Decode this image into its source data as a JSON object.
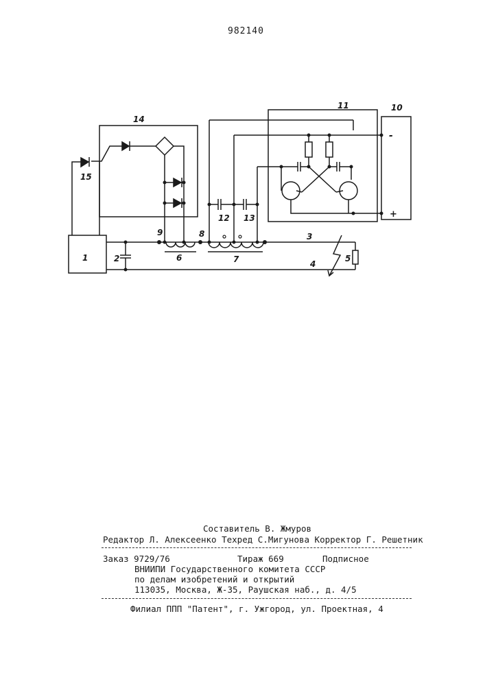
{
  "header": {
    "patent_number": "982140"
  },
  "diagram": {
    "labels": {
      "n1": "1",
      "n2": "2",
      "n3": "3",
      "n4": "4",
      "n5": "5",
      "n6": "6",
      "n7": "7",
      "n8": "8",
      "n9": "9",
      "n10": "10",
      "n11": "11",
      "n12": "12",
      "n13": "13",
      "n14": "14",
      "n15": "15",
      "minus": "-",
      "plus": "+"
    }
  },
  "imprint": {
    "compiler": "Составитель В. Жмуров",
    "editors": "Редактор Л. Алексеенко Техред С.Мигунова Корректор  Г. Решетник",
    "order": "Заказ 9729/76",
    "circulation": "Тираж 669",
    "subscription": "Подписное",
    "org1": "ВНИИПИ Государственного комитета СССР",
    "org2": "по делам изобретений и открытий",
    "address": "113035, Москва, Ж-35, Раушская наб., д. 4/5",
    "branch": "Филиал ППП \"Патент\", г. Ужгород, ул. Проектная, 4"
  }
}
